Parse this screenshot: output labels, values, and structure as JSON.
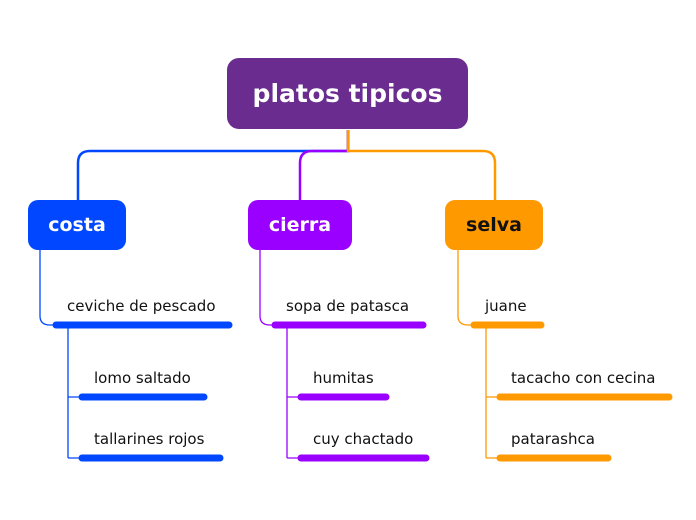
{
  "root": {
    "label": "platos tipicos",
    "color": "#6a2d8f"
  },
  "categories": [
    {
      "label": "costa",
      "color": "#0047ff",
      "text_color": "#ffffff",
      "items": [
        {
          "label": "ceviche de pescado",
          "children": [
            "lomo saltado",
            "tallarines rojos"
          ]
        }
      ]
    },
    {
      "label": "cierra",
      "color": "#9900ff",
      "text_color": "#ffffff",
      "items": [
        {
          "label": "sopa de patasca",
          "children": [
            "humitas",
            "cuy chactado"
          ]
        }
      ]
    },
    {
      "label": "selva",
      "color": "#ff9900",
      "text_color": "#111111",
      "items": [
        {
          "label": "juane",
          "children": [
            "tacacho con cecina",
            "patarashca"
          ]
        }
      ]
    }
  ]
}
